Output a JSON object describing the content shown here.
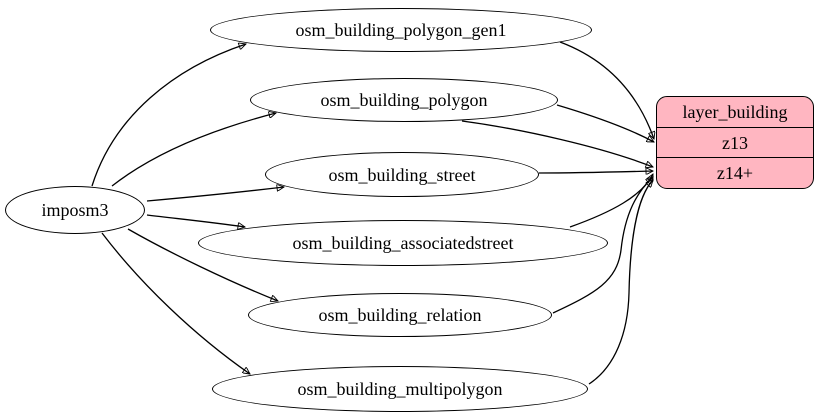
{
  "diagram": {
    "background_color": "#ffffff",
    "edge_color": "#000000",
    "node_border_color": "#000000",
    "source_node": {
      "label": "imposm3"
    },
    "table_nodes": [
      {
        "label": "osm_building_polygon_gen1"
      },
      {
        "label": "osm_building_polygon"
      },
      {
        "label": "osm_building_street"
      },
      {
        "label": "osm_building_associatedstreet"
      },
      {
        "label": "osm_building_relation"
      },
      {
        "label": "osm_building_multipolygon"
      }
    ],
    "layer_node": {
      "title": "layer_building",
      "rows": [
        "z13",
        "z14+"
      ],
      "fill_color": "#ffb6c1"
    },
    "edges": [
      {
        "from": "imposm3",
        "to": "osm_building_polygon_gen1"
      },
      {
        "from": "imposm3",
        "to": "osm_building_polygon"
      },
      {
        "from": "imposm3",
        "to": "osm_building_street"
      },
      {
        "from": "imposm3",
        "to": "osm_building_associatedstreet"
      },
      {
        "from": "imposm3",
        "to": "osm_building_relation"
      },
      {
        "from": "imposm3",
        "to": "osm_building_multipolygon"
      },
      {
        "from": "osm_building_polygon_gen1",
        "to": "layer_building:z13"
      },
      {
        "from": "osm_building_polygon",
        "to": "layer_building:z13"
      },
      {
        "from": "osm_building_polygon",
        "to": "layer_building:z14+"
      },
      {
        "from": "osm_building_street",
        "to": "layer_building:z14+"
      },
      {
        "from": "osm_building_associatedstreet",
        "to": "layer_building:z14+"
      },
      {
        "from": "osm_building_relation",
        "to": "layer_building:z14+"
      },
      {
        "from": "osm_building_multipolygon",
        "to": "layer_building:z14+"
      }
    ]
  }
}
